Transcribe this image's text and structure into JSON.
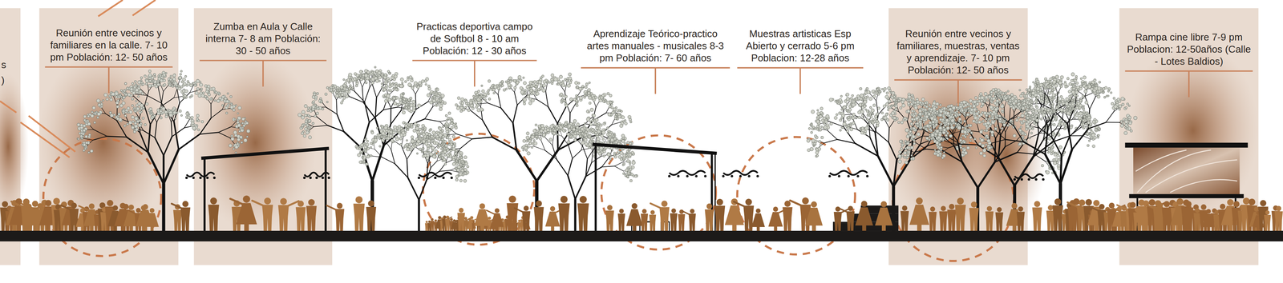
{
  "diagram": {
    "nodes": [
      {
        "text": [
          "Reunión entre vecinos y familiares en la calle. 7- 10 pm Población: 12- 50 años"
        ]
      },
      {
        "text": [
          "Zumba en Aula y Calle interna 7- 8 am Población: 30 - 50 años"
        ]
      },
      {
        "text": [
          "Reunión entre vecinos y familiares, muestras, ventas y aprendizaje. 7- 10 pm Población: 12- 50 años"
        ]
      },
      {
        "text": [
          "Rampa cine libre 7-9 pm Poblacion: 12-50años (Calle - Lotes Baldios)"
        ]
      }
    ],
    "labels": [
      "s",
      ")",
      "Practicas deportiva campo de Softbol 8 - 10 am Población: 12 - 30 años",
      "Aprendizaje Teórico-practico artes manuales - musicales 8-3 pm Población: 7- 60 años",
      "Muestras artisticas Esp Abierto y cerrado 5-6 pm Poblacion: 12-28 años"
    ]
  }
}
